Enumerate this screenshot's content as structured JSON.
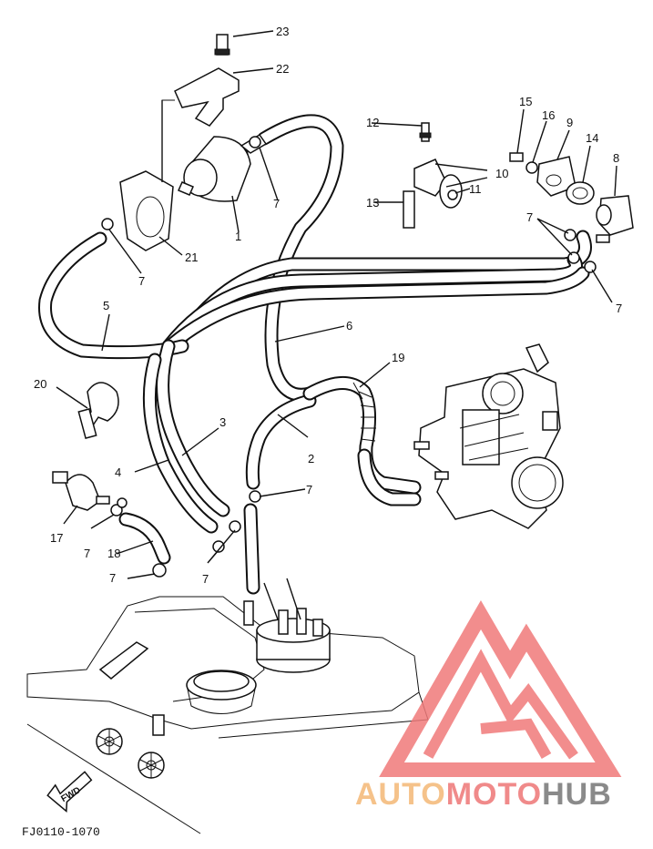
{
  "diagram": {
    "code": "FJ0110-1070",
    "fwd_label": "FWD",
    "callouts": {
      "c1": "1",
      "c2": "2",
      "c3": "3",
      "c4": "4",
      "c5": "5",
      "c6": "6",
      "c7a": "7",
      "c7b": "7",
      "c7c": "7",
      "c7d": "7",
      "c7e": "7",
      "c7f": "7",
      "c7g": "7",
      "c7h": "7",
      "c8": "8",
      "c9": "9",
      "c10": "10",
      "c11": "11",
      "c12": "12",
      "c13": "13",
      "c14": "14",
      "c15": "15",
      "c16": "16",
      "c17": "17",
      "c18": "18",
      "c19": "19",
      "c20": "20",
      "c21": "21",
      "c22": "22",
      "c23": "23"
    }
  },
  "watermark": {
    "brand_part1": "AUTO",
    "brand_part2": "MOTO",
    "brand_part3": "HUB",
    "colors": {
      "auto": "#f5c28a",
      "moto": "#f08a8a",
      "hub": "#8a8a8a",
      "logo": "#f07a7a"
    }
  }
}
